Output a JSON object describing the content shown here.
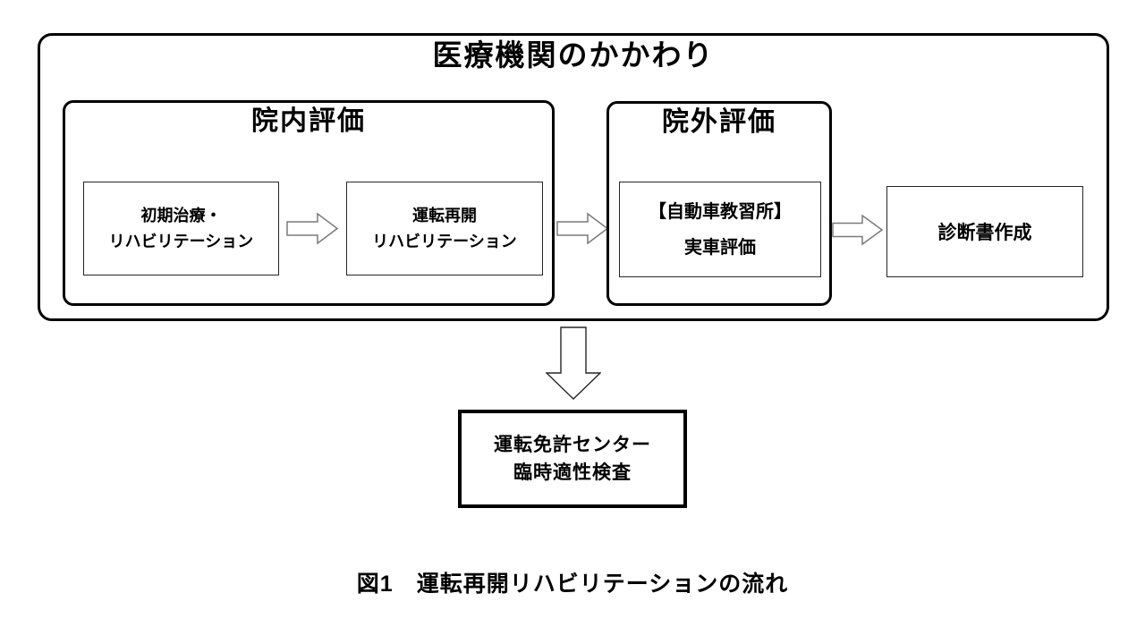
{
  "diagram": {
    "title": "医療機関のかかわり",
    "in_hospital": {
      "title": "院内評価",
      "box_initial_treatment": {
        "line1": "初期治療・",
        "line2": "リハビリテーション"
      },
      "box_driving_rehab": {
        "line1": "運転再開",
        "line2": "リハビリテーション"
      }
    },
    "out_hospital": {
      "title": "院外評価",
      "box_driving_school": {
        "line1": "【自動車教習所】",
        "line2": "実車評価"
      }
    },
    "box_certificate": {
      "label": "診断書作成"
    },
    "box_license_center": {
      "line1": "運転免許センター",
      "line2": "臨時適性検査"
    },
    "caption": "図1　運転再開リハビリテーションの流れ",
    "icons": {
      "flow_arrow_right": "block-arrow-right",
      "flow_arrow_down": "block-arrow-down"
    },
    "colors": {
      "background": "#ffffff",
      "group_border": "#000000",
      "process_box_border": "#262626",
      "arrow_right_outline": "#7a7a7a",
      "arrow_down_outline": "#262626",
      "text": "#000000"
    }
  }
}
